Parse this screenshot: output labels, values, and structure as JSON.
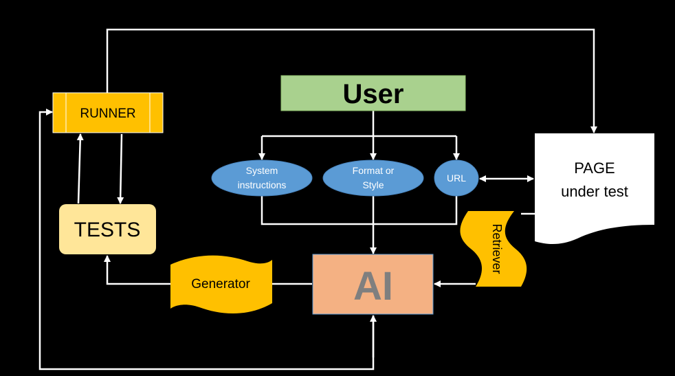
{
  "nodes": {
    "user": {
      "label": "User",
      "fill": "#a9d18e"
    },
    "runner": {
      "label": "RUNNER",
      "fill": "#ffc000"
    },
    "tests": {
      "label": "TESTS",
      "fill": "#ffe699"
    },
    "system_instructions": {
      "line1": "System",
      "line2": "instructions",
      "fill": "#5b9bd5"
    },
    "format_or_style": {
      "line1": "Format or",
      "line2": "Style",
      "fill": "#5b9bd5"
    },
    "url": {
      "label": "URL",
      "fill": "#5b9bd5"
    },
    "page": {
      "line1": "PAGE",
      "line2": "under test",
      "fill": "#ffffff"
    },
    "retriever": {
      "label": "Retriever",
      "fill": "#ffc000"
    },
    "generator": {
      "label": "Generator",
      "fill": "#ffc000"
    },
    "ai": {
      "label": "AI",
      "fill": "#f4b183",
      "text_color": "#7f7f7f"
    }
  },
  "colors": {
    "background": "#000000",
    "connector": "#ffffff"
  }
}
